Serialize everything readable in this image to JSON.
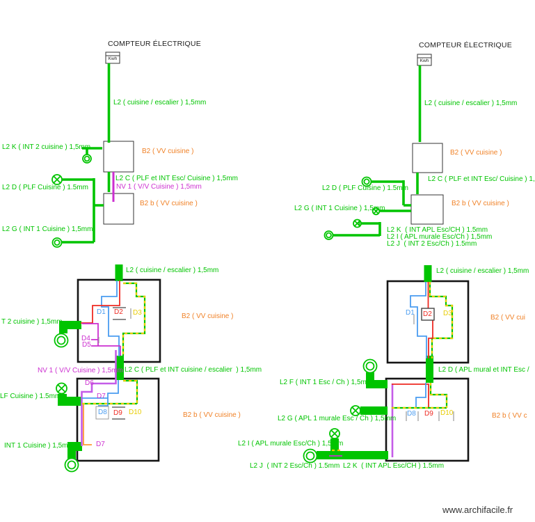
{
  "colors": {
    "green": "#00c400",
    "orange": "#f08228",
    "magenta": "#cc2fd0",
    "violet": "#c45ce8",
    "blue": "#4a9cf0",
    "red": "#ee2a22",
    "yellow": "#e8cc00",
    "orangewire": "#ff9933",
    "ink": "#1d1d1d"
  },
  "watermark": "www.archifacile.fr",
  "left_circuit": {
    "title": "COMPTEUR ÉLECTRIQUE",
    "kwh": "Kwh",
    "feed": "L2 ( cuisine / escalier ) 1,5mm",
    "l2k": "L2 K ( INT 2 cuisine ) 1,5mm",
    "b2": "B2 ( VV cuisine )",
    "l2c": "L2 C ( PLF et INT Esc/ Cuisine ) 1,5mm",
    "nv1": "NV 1 ( V/V Cuisine ) 1,5mm",
    "l2d": "L2 D ( PLF Cuisine ) 1.5mm",
    "b2b": "B2 b ( VV cuisine )",
    "l2g": "L2 G ( INT 1 Cuisine ) 1,5mm"
  },
  "right_circuit": {
    "title": "COMPTEUR ÉLECTRIQUE",
    "kwh": "Kwh",
    "feed": "L2 ( cuisine / escalier ) 1,5mm",
    "b2": "B2 ( VV cuisine )",
    "l2d": "L2 D ( PLF Cuisine ) 1.5mm",
    "l2c": "L2 C ( PLF et INT Esc/ Cuisine ) 1,",
    "l2g": "L2 G ( INT 1 Cuisine ) 1,5mm",
    "b2b": "B2 b ( VV cuisine )",
    "l2k": "L2 K  ( INT APL Esc/CH ) 1.5mm",
    "l2i": "L2 I ( APL murale Esc/Ch ) 1,5mm",
    "l2j": "L2 J  ( INT 2 Esc/Ch ) 1.5mm"
  },
  "left_plan_top": {
    "feed": "L2 ( cuisine / escalier ) 1,5mm",
    "room": "B2 ( VV cuisine )",
    "int2": "T 2 cuisine ) 1,5mm",
    "d1": "D1",
    "d2": "D2",
    "d3": "D3",
    "d4": "D4",
    "d5": "D5"
  },
  "left_plan_bottom": {
    "nv1": "NV 1 ( V/V Cuisine ) 1,5mm",
    "l2c": "L2 C ( PLF et INT cuisine / escalier  ) 1,5mm",
    "plf": "LF Cuisine ) 1.5mm",
    "room": "B2 b ( VV cuisine )",
    "int1": "INT 1 Cuisine ) 1,5mm",
    "d6": "D6",
    "d7a": "D7",
    "d7b": "D7",
    "d8": "D8",
    "d9": "D9",
    "d10": "D10"
  },
  "right_plan_top": {
    "feed": "L2 ( cuisine / escalier ) 1,5mm",
    "room": "B2 ( VV cui",
    "d1": "D1",
    "d2": "D2",
    "d3": "D3"
  },
  "right_plan_bottom": {
    "l2d_feed": "L2 D ( APL mural et INT Esc /",
    "l2f": "L2 F ( INT 1 Esc / Ch ) 1,5mm",
    "l2g": "L2 G ( APL 1 murale Esc / Ch ) 1,5mm",
    "l2i": "L2 I ( APL murale Esc/Ch ) 1,5mm",
    "l2j": "L2 J  ( INT 2 Esc/Ch ) 1.5mm",
    "l2k": "L2 K  ( INT APL Esc/CH ) 1.5mm",
    "room": "B2 b ( VV c",
    "d8": "D8",
    "d9": "D9",
    "d10": "D10"
  }
}
